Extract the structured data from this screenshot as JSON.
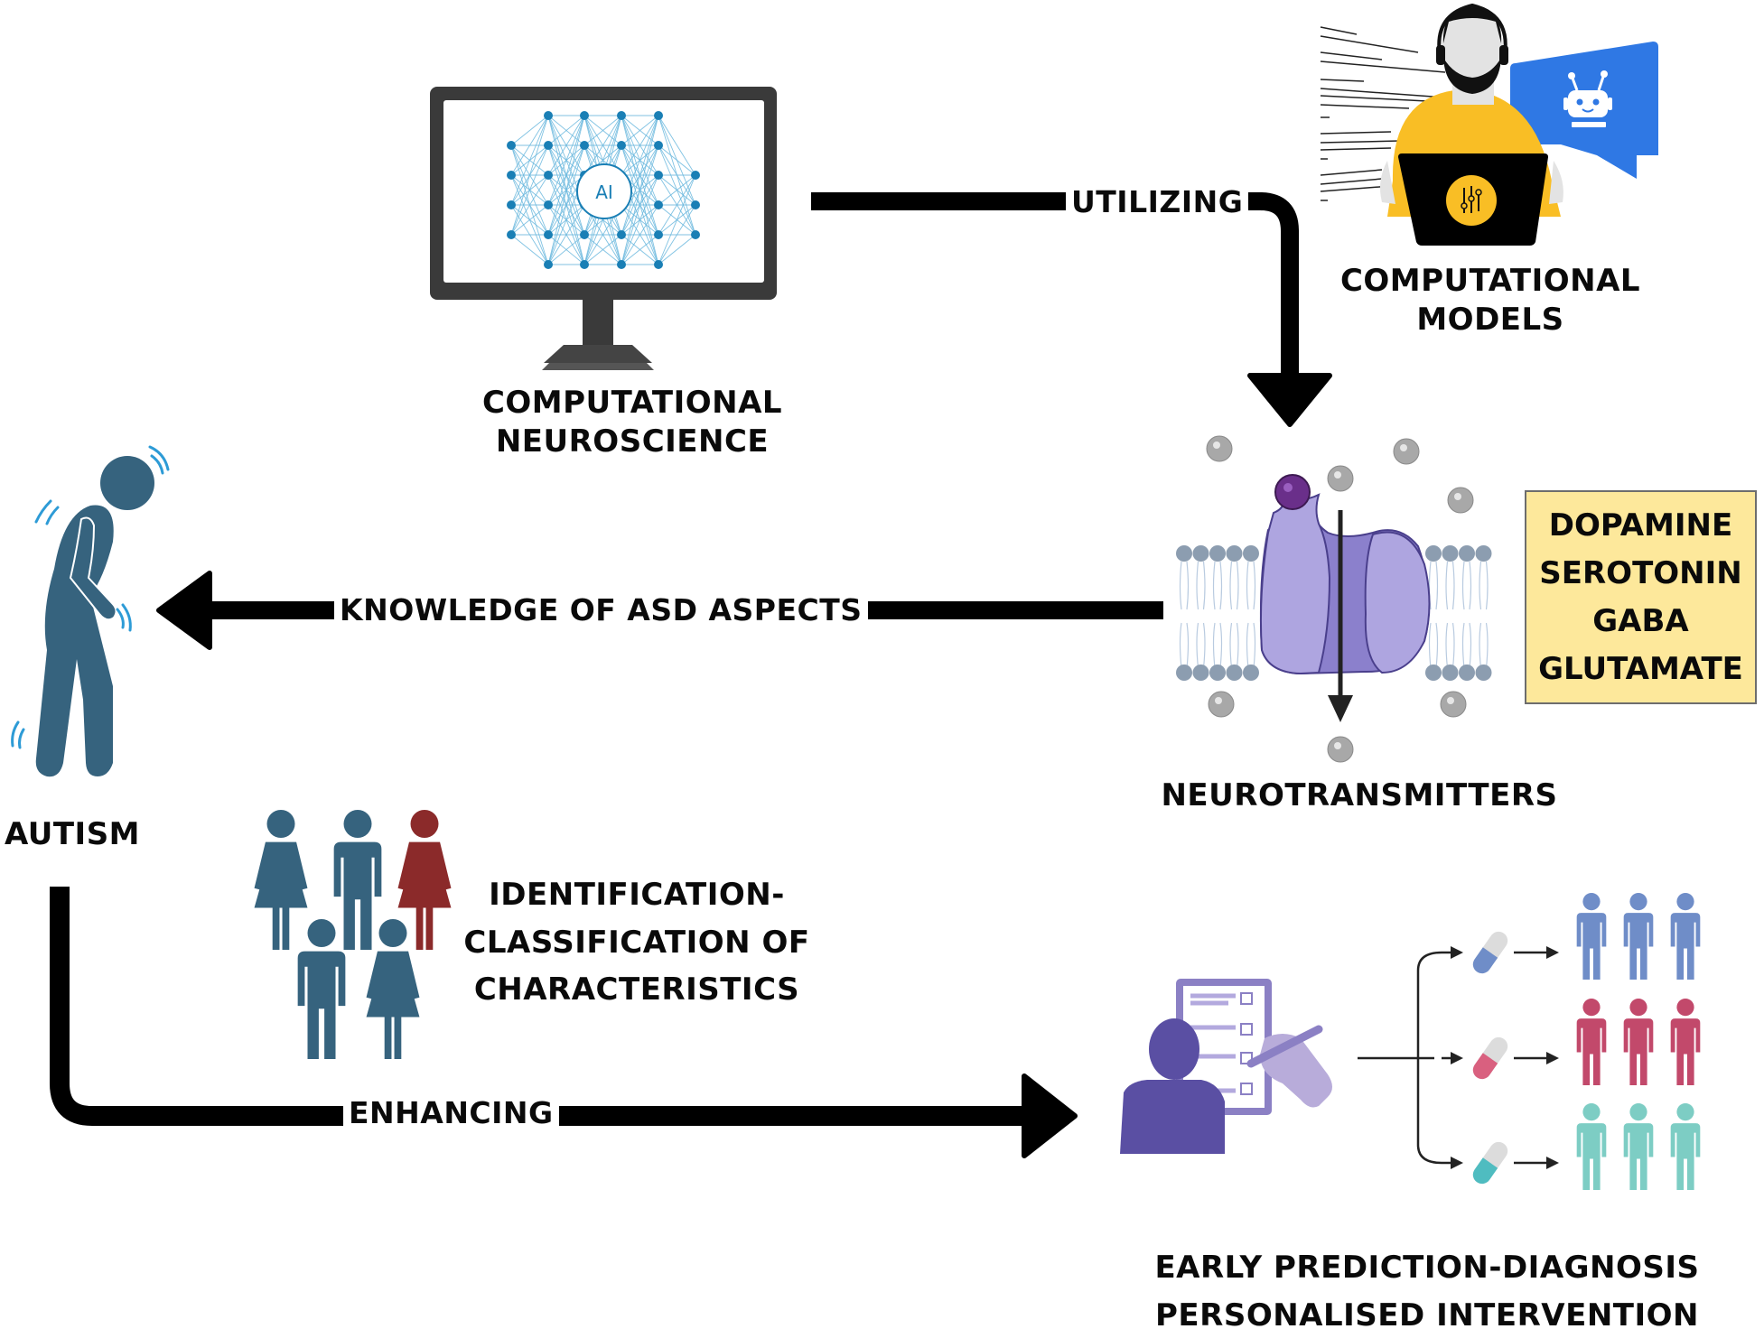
{
  "title": "Computational neuroscience and AI in autism spectrum disorder",
  "nodes": {
    "computational_neuroscience": {
      "lines": [
        "COMPUTATIONAL",
        "NEUROSCIENCE"
      ],
      "icon": "monitor-neural-network-icon",
      "screen_text": "AI"
    },
    "computational_models": {
      "lines": [
        "COMPUTATIONAL",
        "MODELS"
      ],
      "icon": "person-laptop-chatbot-icon"
    },
    "neurotransmitters": {
      "label": "NEUROTRANSMITTERS",
      "icon": "ion-channel-membrane-icon",
      "list": [
        "DOPAMINE",
        "SEROTONIN",
        "GABA",
        "GLUTAMATE"
      ]
    },
    "autism": {
      "label": "AUTISM",
      "icon": "person-tremor-icon"
    },
    "identification": {
      "lines": [
        "IDENTIFICATION-",
        "CLASSIFICATION OF",
        "CHARACTERISTICS"
      ],
      "icon": "people-group-icon"
    },
    "outcome": {
      "lines": [
        "EARLY PREDICTION-DIAGNOSIS",
        "PERSONALISED INTERVENTION"
      ],
      "icon": "diagnosis-treatment-groups-icon"
    }
  },
  "edges": [
    {
      "from": "computational_neuroscience",
      "to": "neurotransmitters",
      "label": "UTILIZING"
    },
    {
      "from": "neurotransmitters",
      "to": "autism",
      "label": "KNOWLEDGE OF ASD ASPECTS"
    },
    {
      "from": "autism",
      "to": "outcome",
      "label": "ENHANCING"
    }
  ],
  "colors": {
    "arrow": "#000000",
    "neural_net": "#1a7fb5",
    "monitor": "#3a3a3a",
    "person_blue": "#36637e",
    "person_red": "#8b2a2a",
    "protein": "#a79fdc",
    "membrane_head": "#8c9db0",
    "nt_box_fill": "#fde89b",
    "laptop_shirt": "#f9be25",
    "chat_bubble": "#2f78e4",
    "doctor": "#5a4fa3",
    "group_blue": "#6f8dc8",
    "group_red": "#c2496b",
    "group_teal": "#7dcdc4"
  }
}
